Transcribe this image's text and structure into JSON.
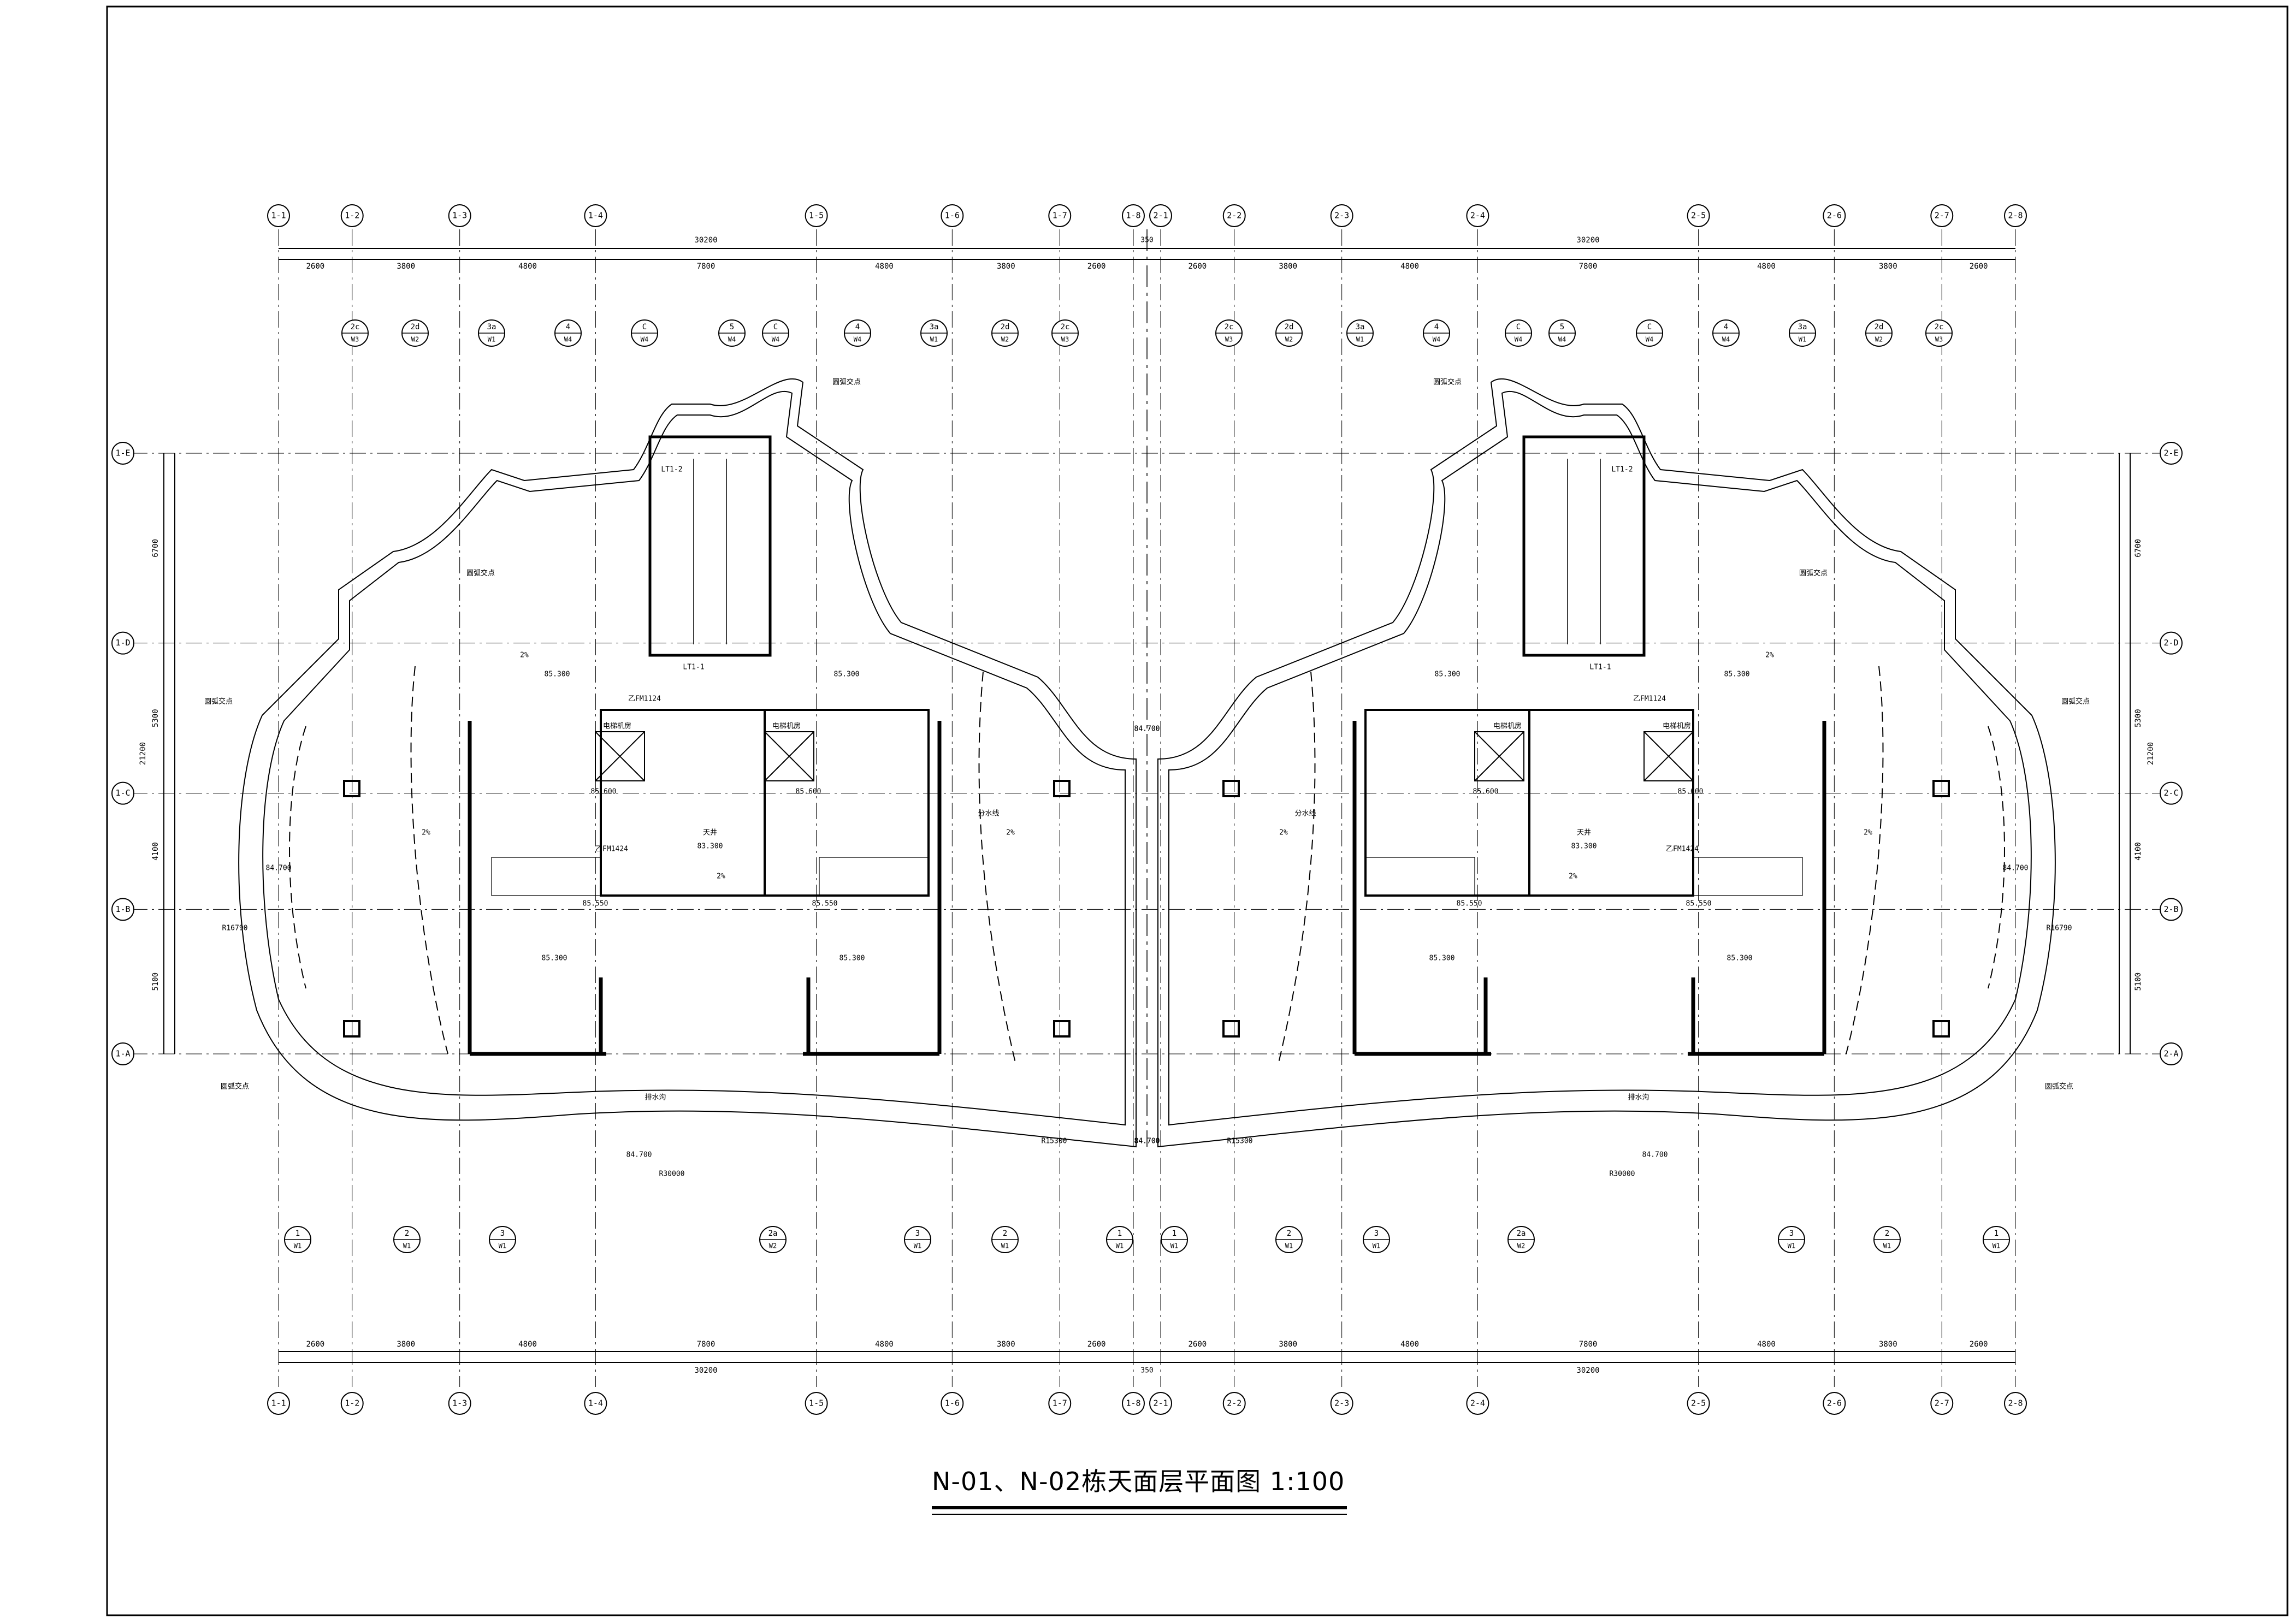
{
  "drawing": {
    "title": "N-01、N-02栋天面层平面图 1:100",
    "units": [
      {
        "axes_x": [
          "1-1",
          "1-2",
          "1-3",
          "1-4",
          "1-5",
          "1-6",
          "1-7",
          "1-8"
        ],
        "total_dim": "30200",
        "spans": [
          "2600",
          "3800",
          "4800",
          "7800",
          "4800",
          "3800",
          "2600"
        ]
      },
      {
        "axes_x": [
          "2-1",
          "2-2",
          "2-3",
          "2-4",
          "2-5",
          "2-6",
          "2-7",
          "2-8"
        ],
        "total_dim": "30200",
        "spans": [
          "2600",
          "3800",
          "4800",
          "7800",
          "4800",
          "3800",
          "2600"
        ]
      }
    ],
    "gap_dim": "350",
    "axes_y_left": [
      "1-E",
      "1-D",
      "1-C",
      "1-B",
      "1-A"
    ],
    "axes_y_right": [
      "2-E",
      "2-D",
      "2-C",
      "2-B",
      "2-A"
    ],
    "depth_spans": [
      "6700",
      "5300",
      "4100",
      "5100"
    ],
    "depth_total": "21200",
    "section_marks": [
      {
        "n": "2c",
        "w": "W3"
      },
      {
        "n": "2d",
        "w": "W2"
      },
      {
        "n": "3a",
        "w": "W1"
      },
      {
        "n": "4",
        "w": "W4"
      },
      {
        "n": "C",
        "w": "W4"
      },
      {
        "n": "5",
        "w": "W4"
      },
      {
        "n": "C",
        "w": "W4"
      },
      {
        "n": "4",
        "w": "W4"
      },
      {
        "n": "3a",
        "w": "W1"
      },
      {
        "n": "2d",
        "w": "W2"
      },
      {
        "n": "2c",
        "w": "W3"
      }
    ],
    "bottom_marks": [
      {
        "n": "1",
        "w": "W1"
      },
      {
        "n": "2",
        "w": "W1"
      },
      {
        "n": "3",
        "w": "W1"
      },
      {
        "n": "2a",
        "w": "W2"
      },
      {
        "n": "3",
        "w": "W1"
      },
      {
        "n": "2",
        "w": "W1"
      },
      {
        "n": "1",
        "w": "W1"
      }
    ],
    "elevations": {
      "roof_main": "85.300",
      "stair": "85.600",
      "sky_court": "83.300",
      "landing": "85.550",
      "edge": "84.700"
    },
    "court_label": "天井",
    "labels": {
      "arc_point": "圆弧交点",
      "slope": "2%",
      "stair_tag": "LT1-1",
      "stair_tag_b": "LT1-2",
      "door_a": "乙FM1124",
      "door_b": "乙FM1424",
      "elevator": "电梯机房",
      "drain": "排水沟",
      "gutter": "分水线",
      "radius_outer": "R16790",
      "radius_a": "R30000",
      "radius_b": "R15300"
    }
  }
}
